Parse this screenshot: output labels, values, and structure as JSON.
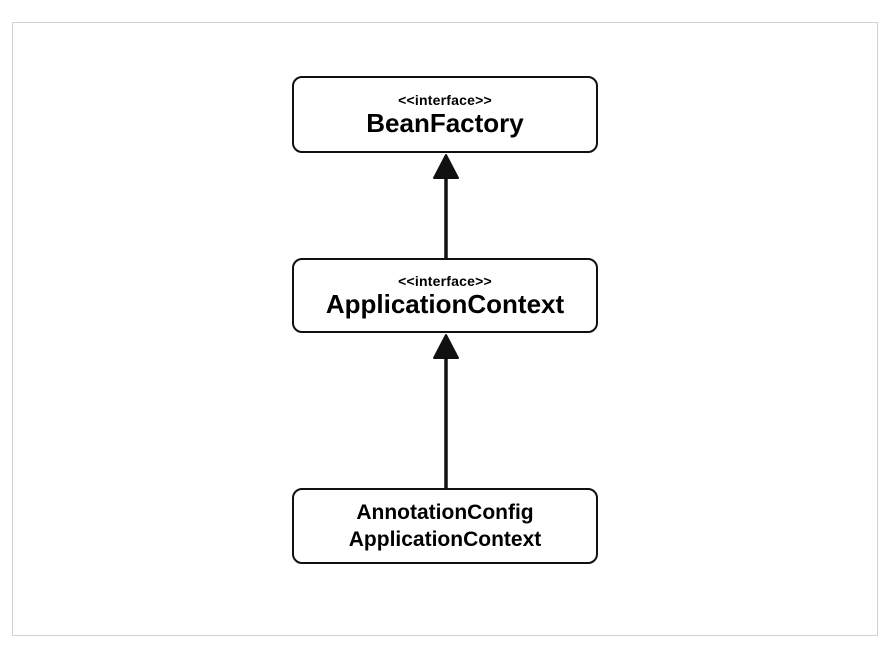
{
  "nodes": {
    "bean_factory": {
      "stereotype": "<<interface>>",
      "name": "BeanFactory"
    },
    "application_context": {
      "stereotype": "<<interface>>",
      "name": "ApplicationContext"
    },
    "annotation_config": {
      "name_line1": "AnnotationConfig",
      "name_line2": "ApplicationContext"
    }
  },
  "edges": [
    {
      "from": "application_context",
      "to": "bean_factory",
      "type": "inheritance"
    },
    {
      "from": "annotation_config",
      "to": "application_context",
      "type": "inheritance"
    }
  ],
  "colors": {
    "stroke": "#111111",
    "frame_border": "#d2d2d2",
    "background": "#ffffff"
  }
}
